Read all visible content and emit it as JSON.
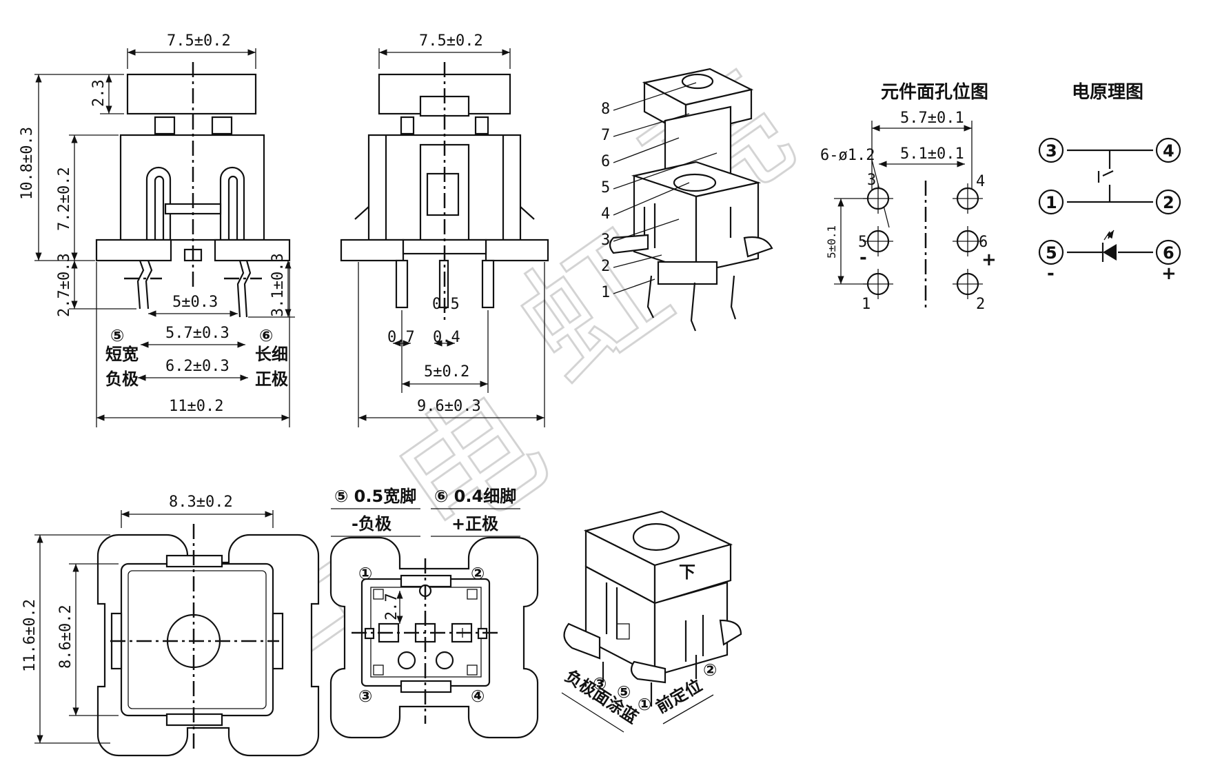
{
  "front_view": {
    "top_width": "7.5±0.2",
    "cap_height": "2.3",
    "total_height": "10.8±0.3",
    "body_height": "7.2±0.2",
    "pin_left_len": "2.7±0.3",
    "pin_right_len": "3.1±0.3",
    "pin_spacing_inner": "5±0.3",
    "pin_spacing_mid": "5.7±0.3",
    "pin_spacing_outer": "6.2±0.3",
    "base_width": "11±0.2",
    "pin5_mark": "⑤",
    "pin5_desc1": "短宽",
    "pin5_desc2": "负极",
    "pin6_mark": "⑥",
    "pin6_desc1": "长细",
    "pin6_desc2": "正极"
  },
  "side_view": {
    "top_width": "7.5±0.2",
    "pin_thick_a": "0.5",
    "pin_thick_b": "0.7",
    "pin_thick_c": "0.4",
    "pin_pitch": "5±0.2",
    "base_width": "9.6±0.3"
  },
  "exploded_view": {
    "parts": [
      "8",
      "7",
      "6",
      "5",
      "4",
      "3",
      "2",
      "1"
    ]
  },
  "hole_layout": {
    "title": "元件面孔位图",
    "outer_spacing": "5.7±0.1",
    "inner_spacing": "5.1±0.1",
    "hole_spec": "6-ø1.2",
    "vertical_spacing": "5±0.1",
    "labels": [
      "3",
      "4",
      "5",
      "6",
      "1",
      "2"
    ],
    "minus": "-",
    "plus": "+"
  },
  "schematic": {
    "title": "电原理图",
    "terminals": [
      "3",
      "4",
      "1",
      "2",
      "5",
      "6"
    ],
    "minus": "-",
    "plus": "+"
  },
  "top_view": {
    "width": "8.3±0.2",
    "outer_height": "11.6±0.2",
    "inner_height": "8.6±0.2"
  },
  "bottom_view": {
    "pin5_label": "⑤ 0.5宽脚",
    "pin5_polarity": "-负极",
    "pin6_label": "⑥ 0.4细脚",
    "pin6_polarity": "+正极",
    "offset": "2.7",
    "corners": [
      "①",
      "②",
      "③",
      "④"
    ]
  },
  "iso_view": {
    "mark": "下",
    "label_left": "负极面涂蓝",
    "label_right": "前定位",
    "nums": [
      "③",
      "⑤",
      "①",
      "②"
    ]
  },
  "watermark": "亮虹电子"
}
